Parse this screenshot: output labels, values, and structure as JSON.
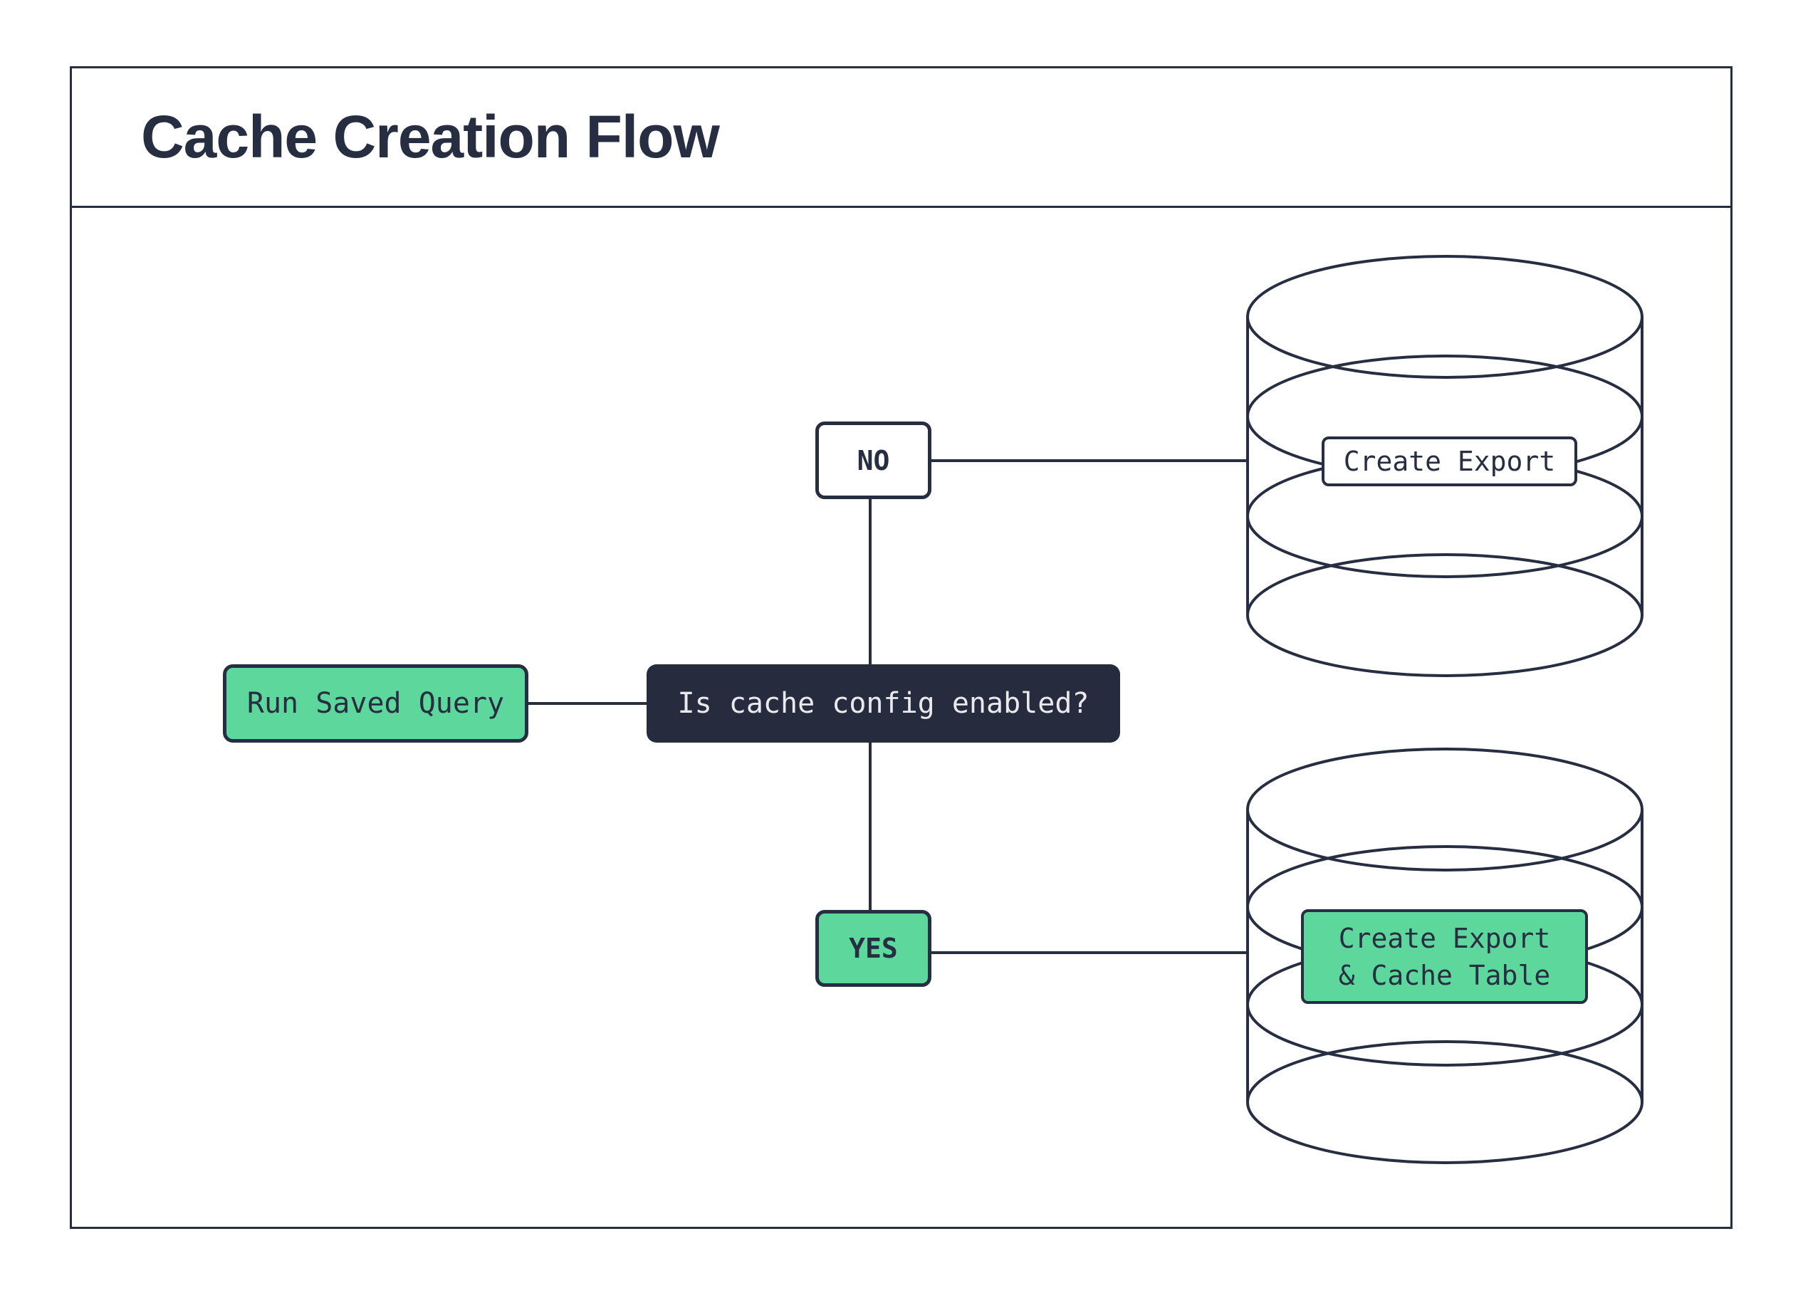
{
  "title": "Cache Creation Flow",
  "flow": {
    "start": "Run Saved Query",
    "decision": "Is cache config enabled?",
    "branch_no": "NO",
    "branch_yes": "YES",
    "no_result": "Create Export",
    "yes_result_line1": "Create Export",
    "yes_result_line2": "& Cache Table"
  },
  "colors": {
    "ink": "#272e41",
    "green": "#5ed79c",
    "decision_bg": "#262c3e",
    "decision_text": "#e9eaee",
    "background": "#ffffff"
  }
}
